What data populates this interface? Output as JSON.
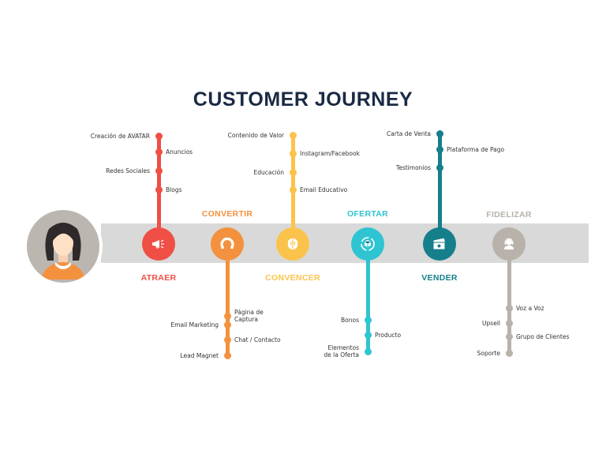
{
  "title": "CUSTOMER JOURNEY",
  "colors": {
    "atraer": "#ef4f45",
    "convertir": "#f4913e",
    "convencer": "#fbc34b",
    "ofertar": "#2fc4d1",
    "vender": "#167f8c",
    "fidelizar": "#b8b2ab",
    "band": "#d9d9d9",
    "title": "#1b2a44"
  },
  "stages": [
    {
      "key": "atraer",
      "name": "ATRAER",
      "icon": "megaphone-icon",
      "items": [
        "Creación de AVATAR",
        "Anuncios",
        "Redes Sociales",
        "Blogs"
      ]
    },
    {
      "key": "convertir",
      "name": "CONVERTIR",
      "icon": "magnet-icon",
      "items": [
        "Página de\nCaptura",
        "Email Marketing",
        "Chat / Contacto",
        "Lead Magnet"
      ]
    },
    {
      "key": "convencer",
      "name": "CONVENCER",
      "icon": "brain-icon",
      "items": [
        "Contenido de Valor",
        "Instagram/Facebook",
        "Educación",
        "Email Educativo"
      ]
    },
    {
      "key": "ofertar",
      "name": "OFERTAR",
      "icon": "box-cycle-icon",
      "items": [
        "Bonos",
        "Producto",
        "Elementos\nde la Oferta"
      ]
    },
    {
      "key": "vender",
      "name": "VENDER",
      "icon": "money-icon",
      "items": [
        "Carta de Venta",
        "Plataforma de Pago",
        "Testimonios"
      ]
    },
    {
      "key": "fidelizar",
      "name": "FIDELIZAR",
      "icon": "support-agent-icon",
      "items": [
        "Voz a Voz",
        "Upsell",
        "Grupo de Clientes",
        "Soporte"
      ]
    }
  ]
}
